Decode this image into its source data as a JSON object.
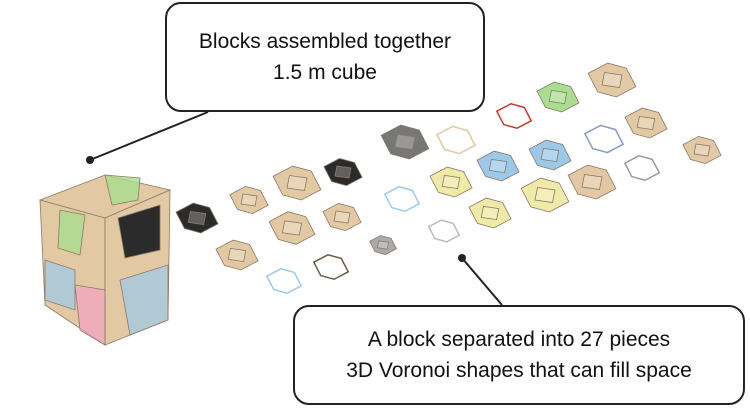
{
  "callouts": {
    "assembled": {
      "line1": "Blocks assembled together",
      "line2": "1.5 m cube"
    },
    "separated": {
      "line1": "A block separated into 27 pieces",
      "line2": "3D Voronoi shapes that can fill space"
    }
  },
  "colors": {
    "wood": "#e2c9a3",
    "green": "#a9dd8f",
    "blue": "#9cc9ea",
    "yellow": "#efeaa6",
    "black": "#2b2b2b",
    "line": "#222222"
  }
}
